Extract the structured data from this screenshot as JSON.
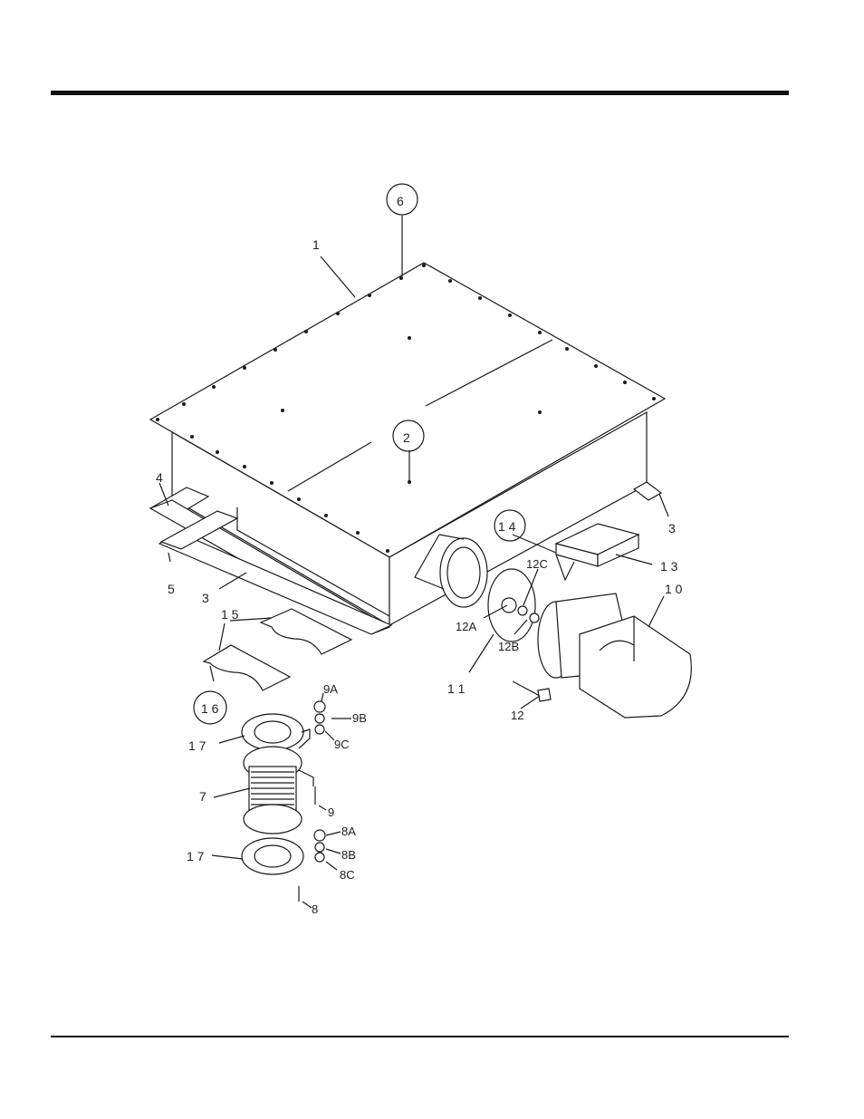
{
  "labels": {
    "l1": "1",
    "l2": "2",
    "l3a": "3",
    "l3b": "3",
    "l4": "4",
    "l5": "5",
    "l6": "6",
    "l7": "7",
    "l8": "8",
    "l8A": "8A",
    "l8B": "8B",
    "l8C": "8C",
    "l9": "9",
    "l9A": "9A",
    "l9B": "9B",
    "l9C": "9C",
    "l10": "1 0",
    "l11": "1 1",
    "l12": "12",
    "l12A": "12A",
    "l12B": "12B",
    "l12C": "12C",
    "l13": "1 3",
    "l14": "1 4",
    "l15": "1 5",
    "l16": "1 6",
    "l17a": "1 7",
    "l17b": "1 7"
  }
}
